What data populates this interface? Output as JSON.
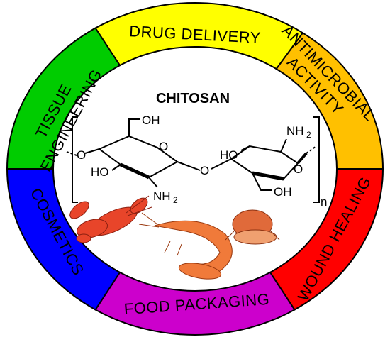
{
  "ring": {
    "segments": [
      {
        "id": "drug-delivery",
        "label": "DRUG DELIVERY",
        "color": "#ffff00"
      },
      {
        "id": "antimicrobial",
        "label_lines": [
          "ANTIMICROBIAL",
          "ACTIVITY"
        ],
        "color": "#ffc000"
      },
      {
        "id": "wound-healing",
        "label": "WOUND HEALING",
        "color": "#ff0000"
      },
      {
        "id": "food-packaging",
        "label": "FOOD PACKAGING",
        "color": "#cc00cc"
      },
      {
        "id": "cosmetics",
        "label": "COSMETICS",
        "color": "#0000ff"
      },
      {
        "id": "tissue-engineering",
        "label_lines": [
          "TISSUE",
          "ENGINEERING"
        ],
        "color": "#00cc00"
      }
    ],
    "border_color": "#000000"
  },
  "center": {
    "title": "CHITOSAN",
    "labels": {
      "oh_top": "OH",
      "ho_left": "HO",
      "nh2_bottom": "NH",
      "nh2_top": "NH",
      "ho_right": "HO",
      "oh_bottom": "OH",
      "ring_o1": "O",
      "ring_o2": "O",
      "bridge_o": "O",
      "o_left": "O",
      "sub2": "2",
      "n": "n"
    }
  },
  "illustrations": [
    {
      "id": "lobster",
      "icon": "lobster-icon",
      "color": "#e8452a"
    },
    {
      "id": "shrimp",
      "icon": "shrimp-icon",
      "color": "#f07a3a"
    },
    {
      "id": "crab",
      "icon": "crab-icon",
      "color": "#e06a3a"
    }
  ]
}
